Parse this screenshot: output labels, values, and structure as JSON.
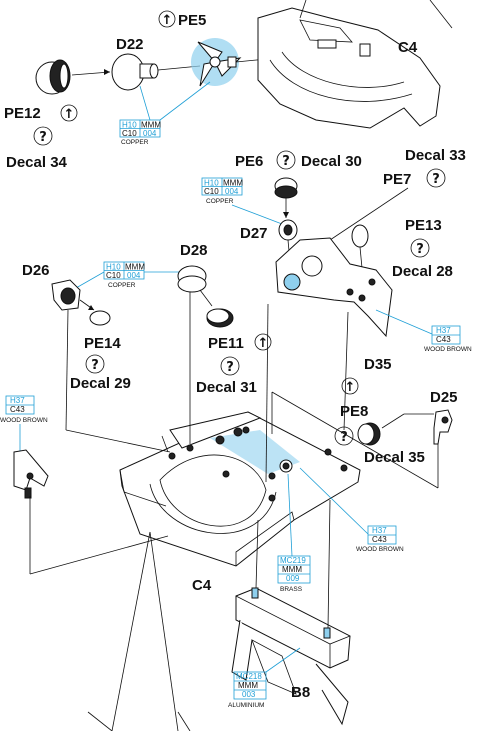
{
  "labels": {
    "pe5": "PE5",
    "d22": "D22",
    "c4_top": "C4",
    "pe12": "PE12",
    "decal34": "Decal 34",
    "pe6": "PE6",
    "decal30": "Decal 30",
    "decal33": "Decal 33",
    "pe7": "PE7",
    "d27": "D27",
    "pe13": "PE13",
    "decal28": "Decal 28",
    "d28": "D28",
    "d26": "D26",
    "pe14": "PE14",
    "decal29": "Decal 29",
    "pe11": "PE11",
    "decal31": "Decal 31",
    "d35": "D35",
    "pe8": "PE8",
    "d25": "D25",
    "decal35": "Decal 35",
    "c4_bottom": "C4",
    "b8": "B8"
  },
  "paint_callouts": [
    {
      "codes": [
        "H10",
        "MMM",
        "C10",
        "004"
      ],
      "name": "COPPER"
    },
    {
      "codes": [
        "H10",
        "MMM",
        "C10",
        "004"
      ],
      "name": "COPPER"
    },
    {
      "codes": [
        "H10",
        "MMM",
        "C10",
        "004"
      ],
      "name": "COPPER"
    },
    {
      "codes": [
        "H37",
        "C43"
      ],
      "name": "WOOD BROWN"
    },
    {
      "codes": [
        "H37",
        "C43"
      ],
      "name": "WOOD BROWN"
    },
    {
      "codes": [
        "H37",
        "C43"
      ],
      "name": "WOOD BROWN"
    },
    {
      "codes": [
        "MC219",
        "MMM",
        "009"
      ],
      "name": "BRASS"
    },
    {
      "codes": [
        "MC218",
        "MMM",
        "003"
      ],
      "name": "ALUMINIUM"
    }
  ],
  "symbols": {
    "apply": "↑",
    "optional": "?"
  },
  "colors": {
    "accent": "#1f9fd6",
    "line": "#111111",
    "highlight": "#8fd0ee"
  }
}
